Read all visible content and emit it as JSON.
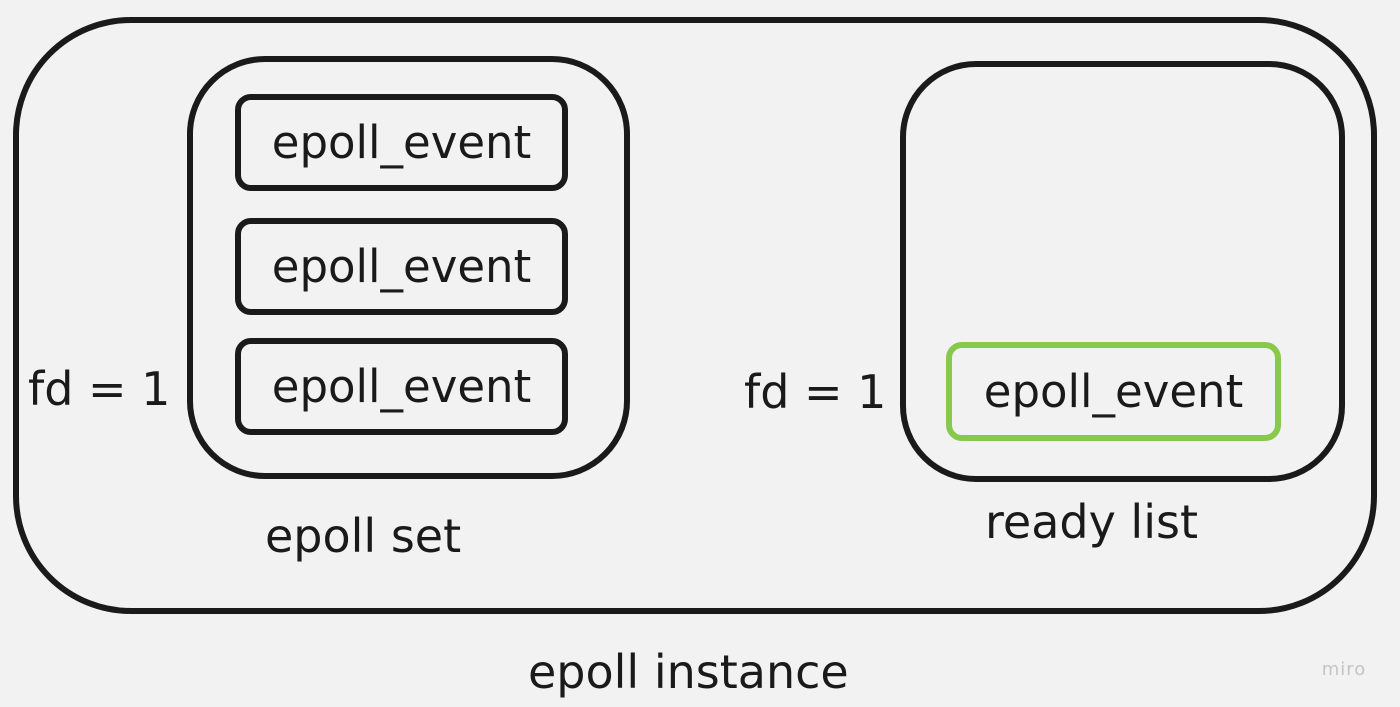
{
  "instance": {
    "label": "epoll instance"
  },
  "epoll_set": {
    "fd_label": "fd = 1",
    "label": "epoll set",
    "events": [
      "epoll_event",
      "epoll_event",
      "epoll_event"
    ]
  },
  "ready_list": {
    "fd_label": "fd = 1",
    "label": "ready list",
    "events": [
      "epoll_event"
    ],
    "highlight_color": "#86c94d"
  },
  "watermark": "miro"
}
